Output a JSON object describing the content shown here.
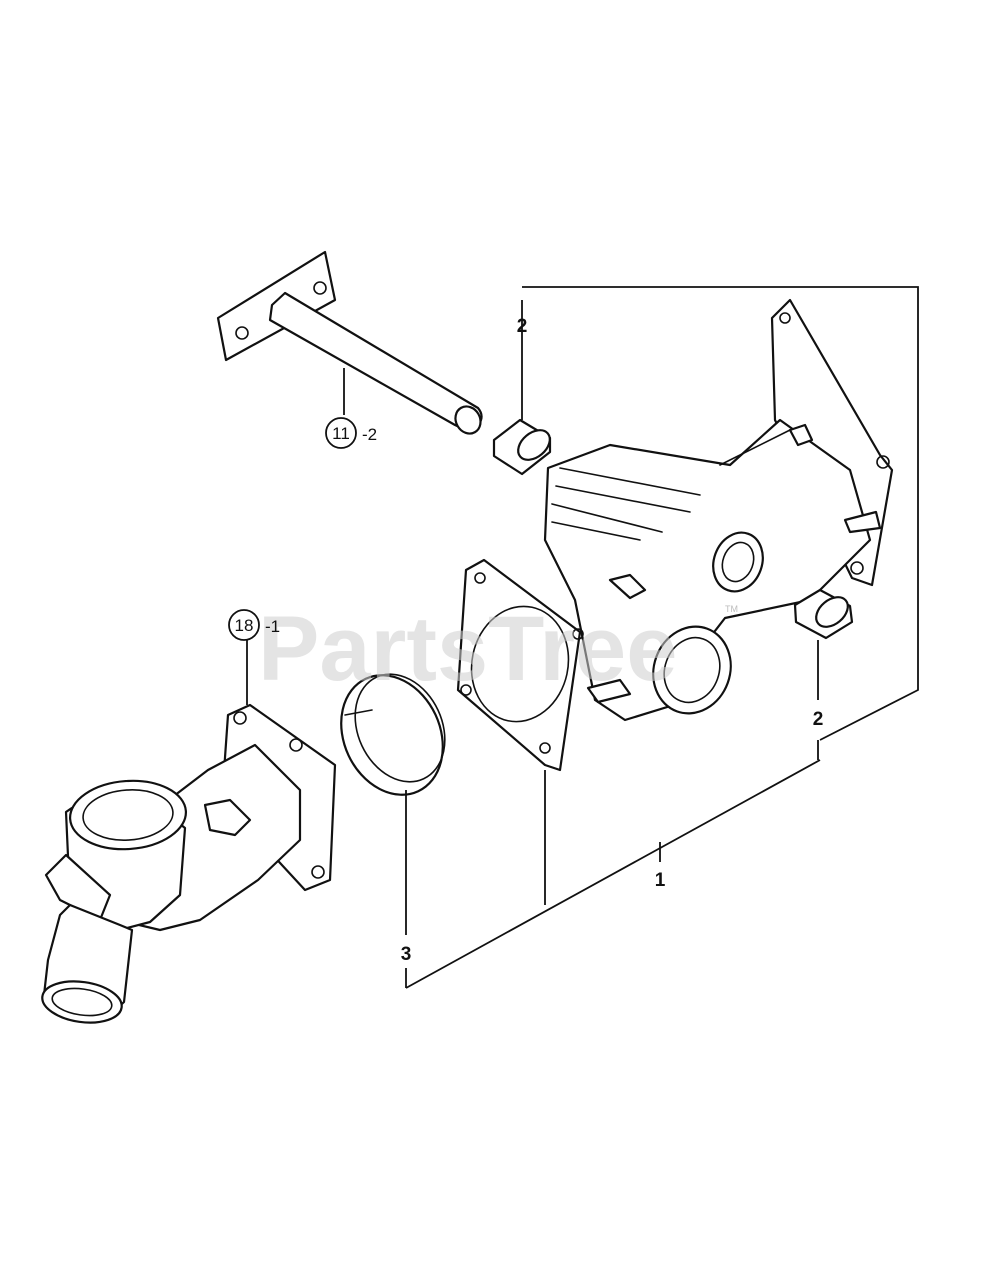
{
  "watermark": {
    "text": "PartsTree",
    "trademark": "TM"
  },
  "callouts": {
    "shaft": {
      "number": "11",
      "suffix": "-2"
    },
    "gear_case_head": {
      "number": "18",
      "suffix": "-1"
    },
    "bushing_top": "2",
    "bushing_bottom": "2",
    "housing_assembly": "1",
    "seal_ring": "3"
  }
}
